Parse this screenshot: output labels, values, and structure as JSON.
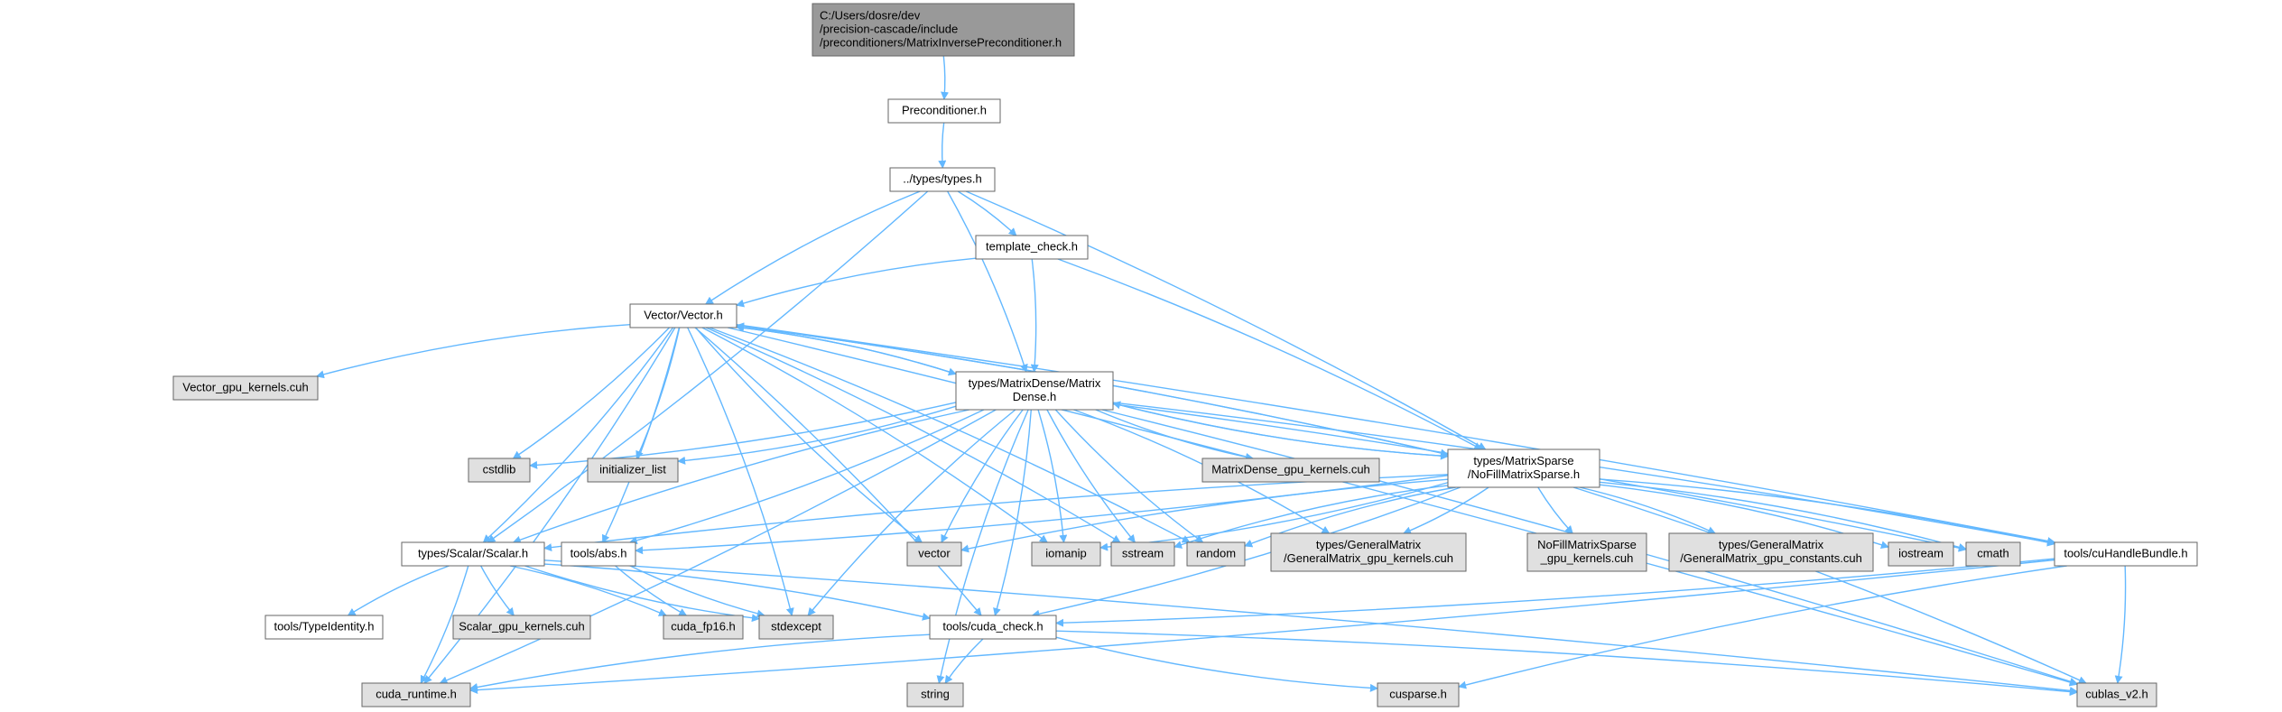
{
  "colors": {
    "edge": "#63b8ff",
    "root_fill": "#999999",
    "file_fill": "#ffffff",
    "system_fill": "#e0e0e0",
    "border": "#666666"
  },
  "nodes": [
    {
      "id": "root",
      "kind": "root",
      "lines": [
        "C:/Users/dosre/dev",
        "/precision-cascade/include",
        "/preconditioners/MatrixInversePreconditioner.h"
      ]
    },
    {
      "id": "precond",
      "kind": "file",
      "lines": [
        "Preconditioner.h"
      ]
    },
    {
      "id": "types",
      "kind": "file",
      "lines": [
        "../types/types.h"
      ]
    },
    {
      "id": "template_check",
      "kind": "file",
      "lines": [
        "template_check.h"
      ]
    },
    {
      "id": "vector",
      "kind": "file",
      "lines": [
        "Vector/Vector.h"
      ]
    },
    {
      "id": "vector_gpu",
      "kind": "system",
      "lines": [
        "Vector_gpu_kernels.cuh"
      ]
    },
    {
      "id": "mdense",
      "kind": "file",
      "lines": [
        "types/MatrixDense/Matrix",
        "Dense.h"
      ]
    },
    {
      "id": "cstdlib",
      "kind": "system",
      "lines": [
        "cstdlib"
      ]
    },
    {
      "id": "init_list",
      "kind": "system",
      "lines": [
        "initializer_list"
      ]
    },
    {
      "id": "mdense_gpu",
      "kind": "system",
      "lines": [
        "MatrixDense_gpu_kernels.cuh"
      ]
    },
    {
      "id": "msparse",
      "kind": "file",
      "lines": [
        "types/MatrixSparse",
        "/NoFillMatrixSparse.h"
      ]
    },
    {
      "id": "scalar",
      "kind": "file",
      "lines": [
        "types/Scalar/Scalar.h"
      ]
    },
    {
      "id": "abs",
      "kind": "file",
      "lines": [
        "tools/abs.h"
      ]
    },
    {
      "id": "vector_std",
      "kind": "system",
      "lines": [
        "vector"
      ]
    },
    {
      "id": "iomanip",
      "kind": "system",
      "lines": [
        "iomanip"
      ]
    },
    {
      "id": "sstream",
      "kind": "system",
      "lines": [
        "sstream"
      ]
    },
    {
      "id": "random",
      "kind": "system",
      "lines": [
        "random"
      ]
    },
    {
      "id": "gm_kernels",
      "kind": "system",
      "lines": [
        "types/GeneralMatrix",
        "/GeneralMatrix_gpu_kernels.cuh"
      ]
    },
    {
      "id": "nofill_kernels",
      "kind": "system",
      "lines": [
        "NoFillMatrixSparse",
        "_gpu_kernels.cuh"
      ]
    },
    {
      "id": "gm_constants",
      "kind": "system",
      "lines": [
        "types/GeneralMatrix",
        "/GeneralMatrix_gpu_constants.cuh"
      ]
    },
    {
      "id": "iostream",
      "kind": "system",
      "lines": [
        "iostream"
      ]
    },
    {
      "id": "cmath",
      "kind": "system",
      "lines": [
        "cmath"
      ]
    },
    {
      "id": "cuhandle",
      "kind": "file",
      "lines": [
        "tools/cuHandleBundle.h"
      ]
    },
    {
      "id": "typeidentity",
      "kind": "file",
      "lines": [
        "tools/TypeIdentity.h"
      ]
    },
    {
      "id": "scalar_gpu",
      "kind": "system",
      "lines": [
        "Scalar_gpu_kernels.cuh"
      ]
    },
    {
      "id": "cuda_fp16",
      "kind": "system",
      "lines": [
        "cuda_fp16.h"
      ]
    },
    {
      "id": "stdexcept",
      "kind": "system",
      "lines": [
        "stdexcept"
      ]
    },
    {
      "id": "cuda_check",
      "kind": "file",
      "lines": [
        "tools/cuda_check.h"
      ]
    },
    {
      "id": "cuda_runtime",
      "kind": "system",
      "lines": [
        "cuda_runtime.h"
      ]
    },
    {
      "id": "string",
      "kind": "system",
      "lines": [
        "string"
      ]
    },
    {
      "id": "cusparse",
      "kind": "system",
      "lines": [
        "cusparse.h"
      ]
    },
    {
      "id": "cublas",
      "kind": "system",
      "lines": [
        "cublas_v2.h"
      ]
    }
  ],
  "edges": [
    [
      "root",
      "precond"
    ],
    [
      "precond",
      "types"
    ],
    [
      "types",
      "template_check"
    ],
    [
      "types",
      "vector"
    ],
    [
      "types",
      "mdense"
    ],
    [
      "types",
      "msparse"
    ],
    [
      "types",
      "scalar"
    ],
    [
      "template_check",
      "vector"
    ],
    [
      "template_check",
      "mdense"
    ],
    [
      "template_check",
      "msparse"
    ],
    [
      "vector",
      "vector_gpu"
    ],
    [
      "vector",
      "mdense"
    ],
    [
      "vector",
      "msparse"
    ],
    [
      "vector",
      "cstdlib"
    ],
    [
      "vector",
      "init_list"
    ],
    [
      "vector",
      "scalar"
    ],
    [
      "vector",
      "abs"
    ],
    [
      "vector",
      "vector_std"
    ],
    [
      "vector",
      "iomanip"
    ],
    [
      "vector",
      "sstream"
    ],
    [
      "vector",
      "random"
    ],
    [
      "vector",
      "stdexcept"
    ],
    [
      "vector",
      "cuda_check"
    ],
    [
      "vector",
      "cuhandle"
    ],
    [
      "vector",
      "cuda_runtime"
    ],
    [
      "vector",
      "cublas"
    ],
    [
      "mdense",
      "vector"
    ],
    [
      "mdense",
      "msparse"
    ],
    [
      "mdense",
      "cstdlib"
    ],
    [
      "mdense",
      "init_list"
    ],
    [
      "mdense",
      "mdense_gpu"
    ],
    [
      "mdense",
      "gm_kernels"
    ],
    [
      "mdense",
      "scalar"
    ],
    [
      "mdense",
      "abs"
    ],
    [
      "mdense",
      "vector_std"
    ],
    [
      "mdense",
      "iomanip"
    ],
    [
      "mdense",
      "sstream"
    ],
    [
      "mdense",
      "random"
    ],
    [
      "mdense",
      "stdexcept"
    ],
    [
      "mdense",
      "cuda_check"
    ],
    [
      "mdense",
      "string"
    ],
    [
      "mdense",
      "cuhandle"
    ],
    [
      "mdense",
      "cuda_runtime"
    ],
    [
      "mdense",
      "cublas"
    ],
    [
      "mdense",
      "cmath"
    ],
    [
      "msparse",
      "vector"
    ],
    [
      "msparse",
      "mdense"
    ],
    [
      "msparse",
      "scalar"
    ],
    [
      "msparse",
      "abs"
    ],
    [
      "msparse",
      "vector_std"
    ],
    [
      "msparse",
      "iomanip"
    ],
    [
      "msparse",
      "sstream"
    ],
    [
      "msparse",
      "random"
    ],
    [
      "msparse",
      "gm_kernels"
    ],
    [
      "msparse",
      "nofill_kernels"
    ],
    [
      "msparse",
      "gm_constants"
    ],
    [
      "msparse",
      "iostream"
    ],
    [
      "msparse",
      "cmath"
    ],
    [
      "msparse",
      "cuhandle"
    ],
    [
      "msparse",
      "cuda_check"
    ],
    [
      "msparse",
      "cublas"
    ],
    [
      "scalar",
      "typeidentity"
    ],
    [
      "scalar",
      "scalar_gpu"
    ],
    [
      "scalar",
      "cuda_fp16"
    ],
    [
      "scalar",
      "stdexcept"
    ],
    [
      "scalar",
      "cuda_check"
    ],
    [
      "scalar",
      "cuda_runtime"
    ],
    [
      "scalar",
      "cublas"
    ],
    [
      "abs",
      "cuda_fp16"
    ],
    [
      "abs",
      "stdexcept"
    ],
    [
      "cuhandle",
      "cuda_check"
    ],
    [
      "cuhandle",
      "cublas"
    ],
    [
      "cuhandle",
      "cusparse"
    ],
    [
      "cuhandle",
      "cuda_runtime"
    ],
    [
      "cuda_check",
      "cuda_runtime"
    ],
    [
      "cuda_check",
      "string"
    ],
    [
      "cuda_check",
      "cusparse"
    ],
    [
      "cuda_check",
      "cublas"
    ]
  ]
}
